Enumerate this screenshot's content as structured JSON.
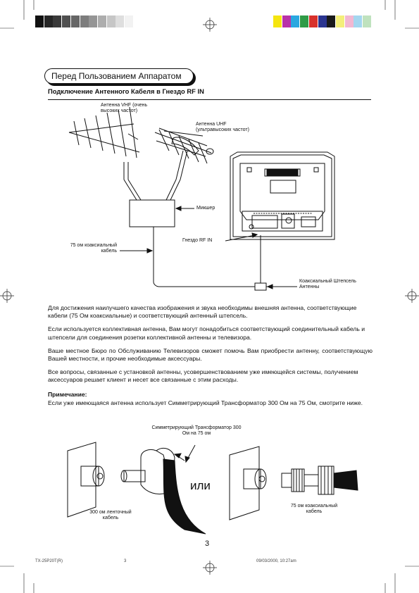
{
  "header": {
    "section_title": "Перед Пользованием Аппаратом",
    "subtitle": "Подключение Антенного Кабеля в Гнездо RF IN"
  },
  "diagram1": {
    "vhf_antenna": "Антенна VHF (очень высоких частот)",
    "uhf_antenna": "Антенна UHF (ультравысоких частот)",
    "mixer": "Микшер",
    "coax_cable": "75 ом коаксиальный кабель",
    "rf_in_jack": "Гнездо RF IN",
    "coax_plug": "Коаксиальный Штепсель Антенны"
  },
  "body": {
    "para1": "Для достижения наилучшего качества изображения и звука необходимы внешняя антенна, соответствующие кабели (75 Ом коаксиальные) и соответствующий антенный штепсель.",
    "para2": "Если используется коллективная антенна, Вам могут понадобиться соответствующий соединительный кабель и штепсели для соединения розетки коллективной антенны и телевизора.",
    "para3": "Ваше местное Бюро по Обслуживанию Телевизоров сможет помочь Вам приобрести антенну, соответствующую Вашей местности, и прочие необходимые аксессуары.",
    "para4": "Все вопросы, связанные с установкой антенны, усовершенствованием уже имеющейся системы, получением аксессуаров решает клиент и несет все связанные с этим расходы.",
    "note_label": "Примечание:",
    "note_text": "Если уже имеющаяся антенна использует Симметрирующий Трансформатор 300 Ом на 75 Ом, смотрите ниже."
  },
  "diagram2": {
    "balun": "Симметрирующий Трансформатор 300 Ом на 75 ом",
    "ribbon_cable": "300 ом ленточный кабель",
    "or": "или",
    "coax_cable": "75 ом коаксиальный кабель"
  },
  "page_number": "3",
  "footer": {
    "model": "TX-25P20T(R)",
    "page": "3",
    "timestamp": "09/03/2000, 10:27am"
  },
  "print_marks": {
    "gray_swatches": [
      "#111111",
      "#262626",
      "#3a3a3a",
      "#505050",
      "#666666",
      "#7d7d7d",
      "#959595",
      "#adadad",
      "#c6c6c6",
      "#dedede",
      "#f2f2f2"
    ],
    "color_swatches": [
      "#f5e50f",
      "#b832a8",
      "#2aa7e0",
      "#2f9b47",
      "#d8312b",
      "#2b3590",
      "#1a1a1a",
      "#f4ef7a",
      "#f2b8d2",
      "#a4d6ef",
      "#bfe2be"
    ]
  }
}
